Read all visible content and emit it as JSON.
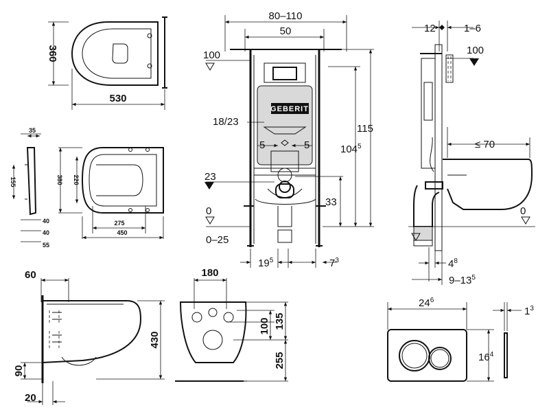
{
  "brand": "GEBERIT",
  "seat_top": {
    "width": "530",
    "depth": "360"
  },
  "seat_detail": {
    "t35": "35",
    "t155": "155",
    "t380": "380",
    "t220": "220",
    "t275": "275",
    "t450": "450",
    "t40a": "40",
    "t40b": "40",
    "t55": "55"
  },
  "frame_front": {
    "width_range": "80–110",
    "inner_width": "50",
    "level_100": "100",
    "flush_plate": "18/23",
    "offset_left": "5",
    "offset_right": "5",
    "level_23": "23",
    "height_115": "115",
    "height_104_base": "104",
    "height_104_sup": "5",
    "level_33": "33",
    "floor_0": "0",
    "adjust": "0–25",
    "foot_19_base": "19",
    "foot_19_sup": "5",
    "foot_7_base": "7",
    "foot_7_sup": "3"
  },
  "frame_side": {
    "d12": "12",
    "d16": "1–6",
    "level_100": "100",
    "proj_70": "≤ 70",
    "floor_0": "0",
    "d48_base": "4",
    "d48_sup": "8",
    "d913_base": "9–13",
    "d913_sup": "5"
  },
  "wc_side": {
    "d60": "60",
    "h430": "430",
    "d90": "90",
    "d20": "20"
  },
  "wc_back": {
    "w180": "180",
    "h100": "100",
    "h135": "135",
    "h255": "255"
  },
  "plate": {
    "w_base": "24",
    "w_sup": "6",
    "h_base": "16",
    "h_sup": "4",
    "t_base": "1",
    "t_sup": "3"
  }
}
